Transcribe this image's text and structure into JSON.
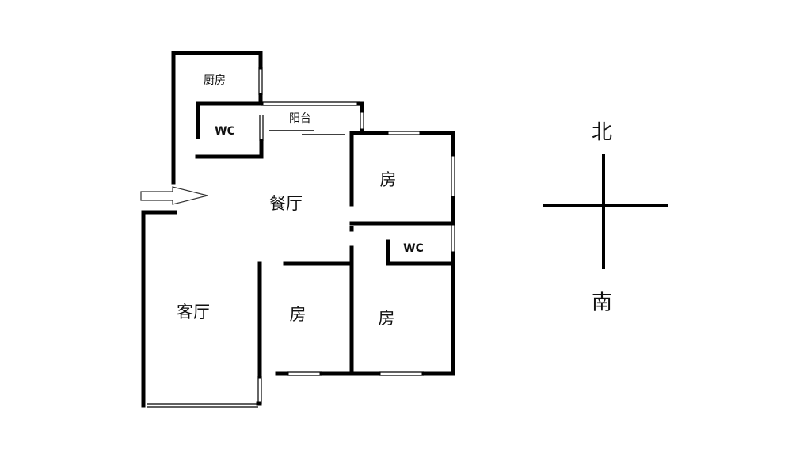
{
  "rooms": {
    "kitchen": "厨房",
    "wc_upper": "WC",
    "balcony": "阳台",
    "dining": "餐厅",
    "bedroom_ne": "房",
    "wc_lower": "WC",
    "living": "客厅",
    "bedroom_sw": "房",
    "bedroom_se": "房"
  },
  "compass": {
    "north": "北",
    "south": "南"
  },
  "colors": {
    "wall": "#000000",
    "window": "#808080"
  }
}
